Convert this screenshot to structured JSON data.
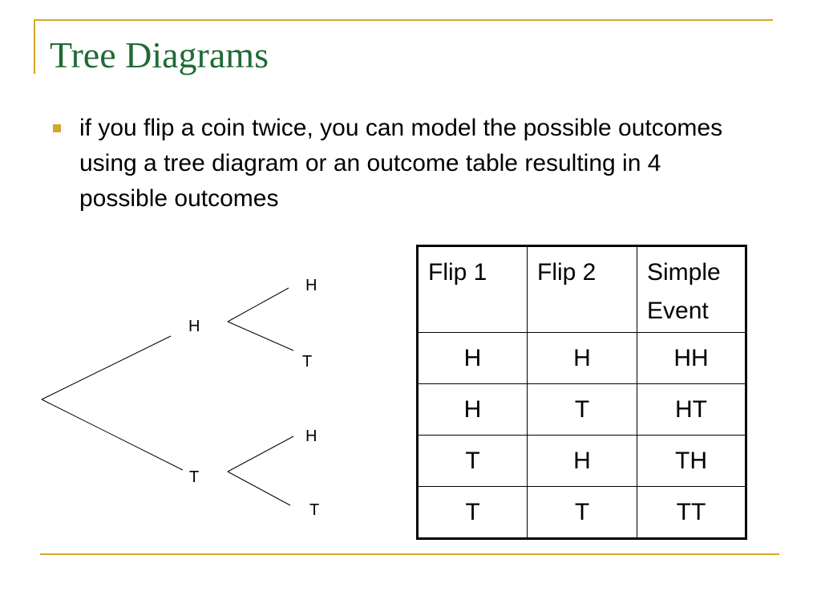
{
  "slide": {
    "title": "Tree Diagrams",
    "bullet": "if you flip a coin twice, you can model the possible outcomes using a tree diagram or an outcome table resulting in 4 possible outcomes",
    "accent_color": "#d4a62a",
    "title_color": "#1f6b35"
  },
  "tree": {
    "first_flip": [
      "H",
      "T"
    ],
    "second_flip_after_h": [
      "H",
      "T"
    ],
    "second_flip_after_t": [
      "H",
      "T"
    ]
  },
  "table": {
    "headers": [
      "Flip 1",
      "Flip 2",
      "Simple Event"
    ],
    "rows": [
      [
        "H",
        "H",
        "HH"
      ],
      [
        "H",
        "T",
        "HT"
      ],
      [
        "T",
        "H",
        "TH"
      ],
      [
        "T",
        "T",
        "TT"
      ]
    ]
  }
}
